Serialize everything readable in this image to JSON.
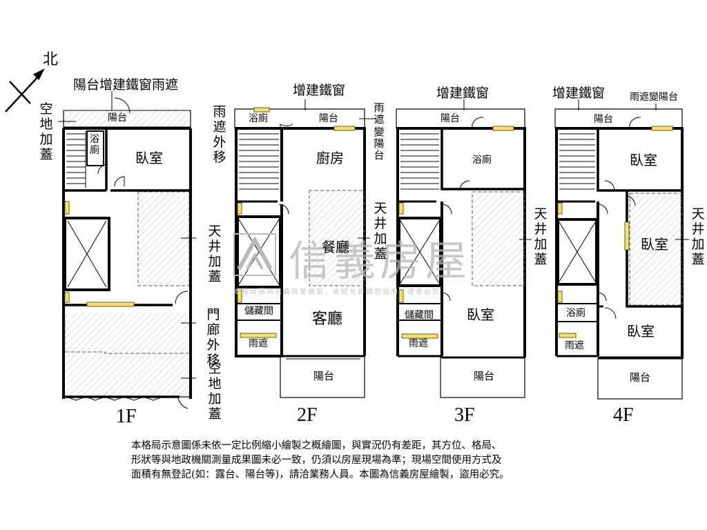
{
  "compass": {
    "north": "北"
  },
  "floors": {
    "f1": {
      "label": "1F",
      "top_note": "陽台增建鐵窗雨遮",
      "side_note": "空地加蓋",
      "rooms": {
        "balcony": "陽台",
        "bath": "浴廁",
        "bedroom": "臥室"
      },
      "notes": {
        "lightwell": "天井加蓋",
        "porch": "門廊外移",
        "yard": "空地加蓋"
      }
    },
    "f2": {
      "label": "2F",
      "top_note": "增建鐵窗",
      "side_note_left": "雨遮外移",
      "side_note_right": "雨遮變陽台",
      "rooms": {
        "bath": "浴廁",
        "balcony_top": "陽台",
        "kitchen": "廚房",
        "dining": "餐廳",
        "living": "客廳",
        "storage": "儲藏間",
        "canopy": "雨遮",
        "balcony_bottom": "陽台"
      },
      "notes": {
        "lightwell": "天井加蓋"
      }
    },
    "f3": {
      "label": "3F",
      "top_note": "增建鐵窗",
      "rooms": {
        "balcony_top": "陽台",
        "bath": "浴廁",
        "bedroom": "臥室",
        "storage": "儲藏間",
        "canopy": "雨遮",
        "balcony_bottom": "陽台"
      },
      "notes": {
        "lightwell": "天井加蓋"
      }
    },
    "f4": {
      "label": "4F",
      "top_note": "增建鐵窗",
      "top_note_right": "雨遮變陽台",
      "rooms": {
        "balcony_top": "陽台",
        "bedroom_top": "臥室",
        "bedroom_mid": "臥室",
        "bath": "浴廁",
        "bedroom_bottom": "臥室",
        "canopy": "雨遮",
        "balcony_bottom": "陽台"
      },
      "notes": {
        "lightwell": "天井加蓋"
      }
    }
  },
  "watermark": {
    "brand": "信義房屋",
    "sub": "本格局圖為信義房屋繪製，未經允許請勿盜用，違者必究"
  },
  "disclaimer": [
    "本格局示意圖係未依一定比例縮小繪製之概繪圖，與實況仍有差距，其方位、格局、",
    "形狀等與地政機關測量成果圖未必一致，仍須以房屋現場為準；現場空間使用方式及",
    "面積有無登記(如：露台、陽台等)，請洽業務人員。本圖為信義房屋繪製，盜用必究。"
  ]
}
